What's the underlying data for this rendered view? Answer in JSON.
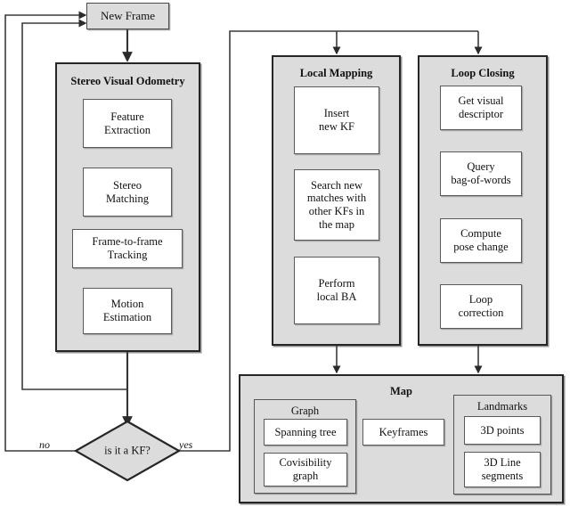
{
  "diagram": {
    "title": "Stereo Visual SLAM pipeline flowchart",
    "colors": {
      "container_fill": "#dcdcdc",
      "container_border": "#262626",
      "box_fill": "#ffffff",
      "box_border": "#5a5a5a",
      "line": "#3b3b3b",
      "text": "#111111",
      "page_background": "#ffffff"
    }
  },
  "new_frame": {
    "label": "New Frame"
  },
  "svo": {
    "title": "Stereo Visual Odometry",
    "steps": [
      {
        "label": "Feature\nExtraction",
        "line1": "Feature",
        "line2": "Extraction"
      },
      {
        "label": "Stereo\nMatching",
        "line1": "Stereo",
        "line2": "Matching"
      },
      {
        "label": "Frame-to-frame\nTracking",
        "line1": "Frame-to-frame",
        "line2": "Tracking"
      },
      {
        "label": "Motion\nEstimation",
        "line1": "Motion",
        "line2": "Estimation"
      }
    ]
  },
  "decision": {
    "label": "is it a KF?",
    "no_label": "no",
    "yes_label": "yes"
  },
  "local_mapping": {
    "title": "Local Mapping",
    "steps": [
      {
        "line1": "Insert",
        "line2": "new KF",
        "line3": "",
        "line4": ""
      },
      {
        "line1": "Search new",
        "line2": "matches with",
        "line3": "other KFs in",
        "line4": "the map"
      },
      {
        "line1": "Perform",
        "line2": "local BA",
        "line3": "",
        "line4": ""
      }
    ]
  },
  "loop_closing": {
    "title": "Loop Closing",
    "steps": [
      {
        "line1": "Get visual",
        "line2": "descriptor"
      },
      {
        "line1": "Query",
        "line2": "bag-of-words"
      },
      {
        "line1": "Compute",
        "line2": "pose change"
      },
      {
        "line1": "Loop",
        "line2": "correction"
      }
    ]
  },
  "map": {
    "title": "Map",
    "graph": {
      "title": "Graph",
      "items": [
        {
          "line1": "Spanning tree",
          "line2": ""
        },
        {
          "line1": "Covisibility",
          "line2": "graph"
        }
      ]
    },
    "keyframes": {
      "label": "Keyframes"
    },
    "landmarks": {
      "title": "Landmarks",
      "items": [
        {
          "line1": "3D points",
          "line2": ""
        },
        {
          "line1": "3D Line",
          "line2": "segments"
        }
      ]
    }
  }
}
